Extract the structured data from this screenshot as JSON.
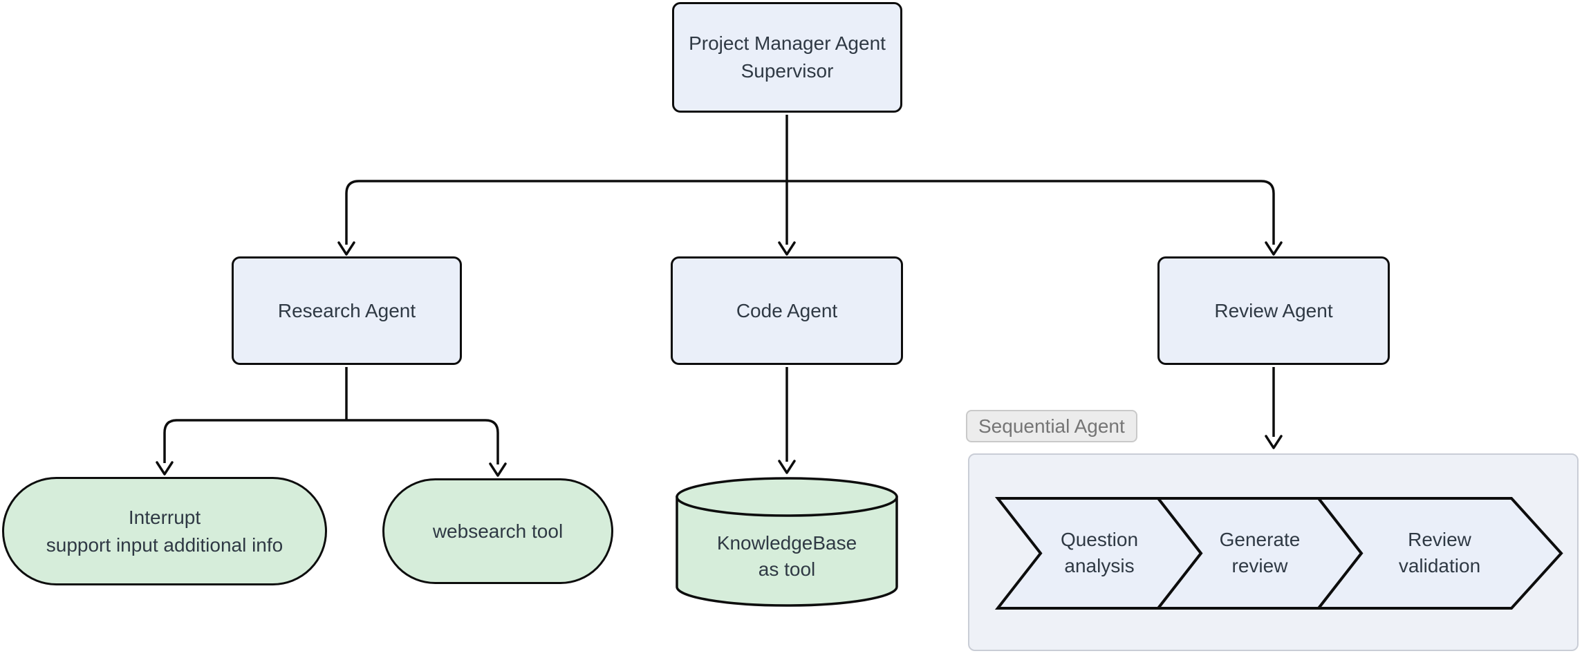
{
  "colors": {
    "edge": "#0d0d0d",
    "agent_fill": "#EAEFF9",
    "tool_fill": "#D6EDDA",
    "text": "#2F3944",
    "container_fill": "#EEF1F7",
    "container_border": "#C9CDD6",
    "label_bg": "#ECECEC",
    "label_border": "#C9C9C9",
    "label_text": "#757575",
    "background": "#FFFFFF"
  },
  "nodes": {
    "supervisor": {
      "line1": "Project Manager Agent",
      "line2": "Supervisor"
    },
    "research_agent": {
      "label": "Research Agent"
    },
    "code_agent": {
      "label": "Code Agent"
    },
    "review_agent": {
      "label": "Review Agent"
    },
    "interrupt_tool": {
      "line1": "Interrupt",
      "line2": "support input additional info"
    },
    "websearch_tool": {
      "label": "websearch tool"
    },
    "knowledgebase_tool": {
      "line1": "KnowledgeBase",
      "line2": "as tool"
    }
  },
  "sequential_group": {
    "label": "Sequential Agent",
    "steps": [
      {
        "line1": "Question",
        "line2": "analysis"
      },
      {
        "line1": "Generate",
        "line2": "review"
      },
      {
        "line1": "Review",
        "line2": "validation"
      }
    ]
  }
}
